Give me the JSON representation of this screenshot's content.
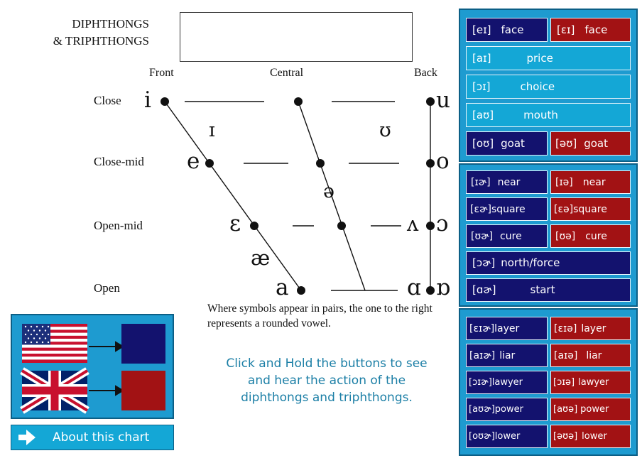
{
  "header": {
    "title_line1": "DIPHTHONGS",
    "title_line2": "& TRIPHTHONGS"
  },
  "chart": {
    "columns": {
      "front": "Front",
      "central": "Central",
      "back": "Back"
    },
    "rows": {
      "close": "Close",
      "close_mid": "Close-mid",
      "open_mid": "Open-mid",
      "open": "Open"
    },
    "vowels": {
      "i": "i",
      "u": "u",
      "small_i": "ɪ",
      "upsilon": "ʊ",
      "e": "e",
      "o": "o",
      "schwa": "ə",
      "epsilon": "ɛ",
      "wedge": "ʌ",
      "open_o": "ɔ",
      "ae": "æ",
      "a": "a",
      "alpha": "ɑ",
      "turned_alpha": "ɒ"
    },
    "note": "Where symbols appear in pairs, the one to the right represents a rounded vowel."
  },
  "instructions": "Click and Hold the buttons to see and hear the action of the diphthongs and triphthongs.",
  "legend": {
    "us_color": "#13126e",
    "uk_color": "#a21214"
  },
  "about": {
    "label": "About this chart",
    "icon": "arrow-right-icon"
  },
  "diphthongs": [
    {
      "id": "face-us",
      "ipa": "[eɪ]",
      "word": "face",
      "variant": "us"
    },
    {
      "id": "face-uk",
      "ipa": "[ɛɪ]",
      "word": "face",
      "variant": "uk"
    },
    {
      "id": "price",
      "ipa": "[aɪ]",
      "word": "price",
      "variant": "both"
    },
    {
      "id": "choice",
      "ipa": "[ɔɪ]",
      "word": "choice",
      "variant": "both"
    },
    {
      "id": "mouth",
      "ipa": "[aʊ]",
      "word": "mouth",
      "variant": "both"
    },
    {
      "id": "goat-us",
      "ipa": "[oʊ]",
      "word": "goat",
      "variant": "us"
    },
    {
      "id": "goat-uk",
      "ipa": "[əʊ]",
      "word": "goat",
      "variant": "uk"
    }
  ],
  "centering": [
    {
      "id": "near-us",
      "ipa": "[ɪɚ]",
      "word": "near",
      "variant": "us"
    },
    {
      "id": "near-uk",
      "ipa": "[ɪə]",
      "word": "near",
      "variant": "uk"
    },
    {
      "id": "square-us",
      "ipa": "[ɛɚ]",
      "word": "square",
      "variant": "us"
    },
    {
      "id": "square-uk",
      "ipa": "[ɛə]",
      "word": "square",
      "variant": "uk"
    },
    {
      "id": "cure-us",
      "ipa": "[ʊɚ]",
      "word": "cure",
      "variant": "us"
    },
    {
      "id": "cure-uk",
      "ipa": "[ʊə]",
      "word": "cure",
      "variant": "uk"
    },
    {
      "id": "north-force",
      "ipa": "[ɔɚ]",
      "word": "north/force",
      "variant": "us"
    },
    {
      "id": "start",
      "ipa": "[ɑɚ]",
      "word": "start",
      "variant": "us"
    }
  ],
  "triphthongs": [
    {
      "id": "layer-us",
      "ipa": "[ɛɪɚ]",
      "word": "layer",
      "variant": "us"
    },
    {
      "id": "layer-uk",
      "ipa": "[ɛɪə]",
      "word": "layer",
      "variant": "uk"
    },
    {
      "id": "liar-us",
      "ipa": "[aɪɚ]",
      "word": "liar",
      "variant": "us"
    },
    {
      "id": "liar-uk",
      "ipa": "[aɪə]",
      "word": "liar",
      "variant": "uk"
    },
    {
      "id": "lawyer-us",
      "ipa": "[ɔɪɚ]",
      "word": "lawyer",
      "variant": "us"
    },
    {
      "id": "lawyer-uk",
      "ipa": "[ɔɪə]",
      "word": "lawyer",
      "variant": "uk"
    },
    {
      "id": "power-us",
      "ipa": "[aʊɚ]",
      "word": "power",
      "variant": "us"
    },
    {
      "id": "power-uk",
      "ipa": "[aʊə]",
      "word": "power",
      "variant": "uk"
    },
    {
      "id": "lower-us",
      "ipa": "[oʊɚ]",
      "word": "lower",
      "variant": "us"
    },
    {
      "id": "lower-uk",
      "ipa": "[əʊə]",
      "word": "lower",
      "variant": "uk"
    }
  ]
}
